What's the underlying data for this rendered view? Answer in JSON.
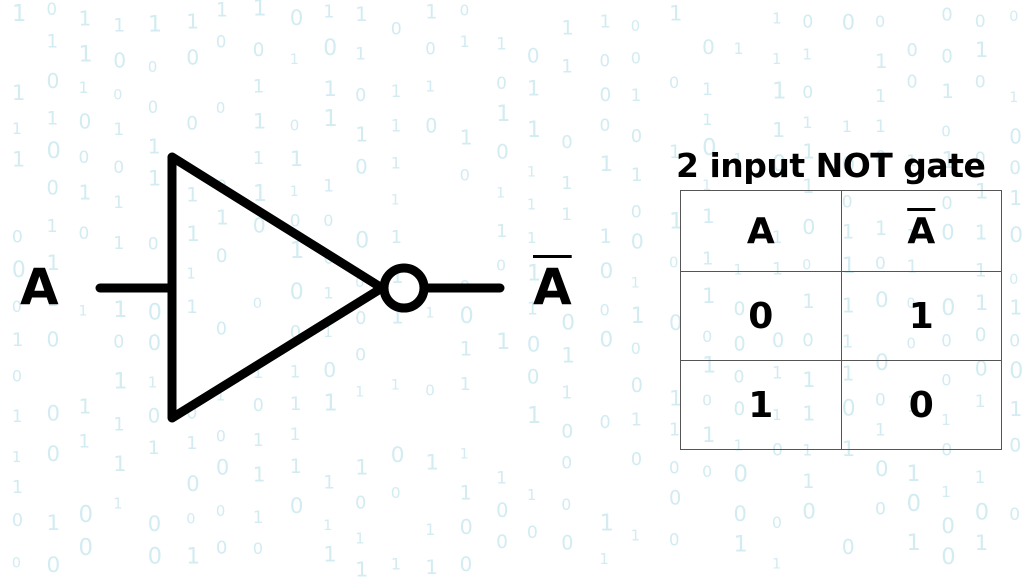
{
  "diagram": {
    "input_label": "A",
    "output_label": "A"
  },
  "truth_table": {
    "title": "2 input NOT gate",
    "headers": [
      "A",
      "A"
    ],
    "rows": [
      [
        "0",
        "1"
      ],
      [
        "1",
        "0"
      ]
    ]
  },
  "colors": {
    "background": "#ffffff",
    "binary_digits": "#d2ecf2",
    "ink": "#000000"
  }
}
